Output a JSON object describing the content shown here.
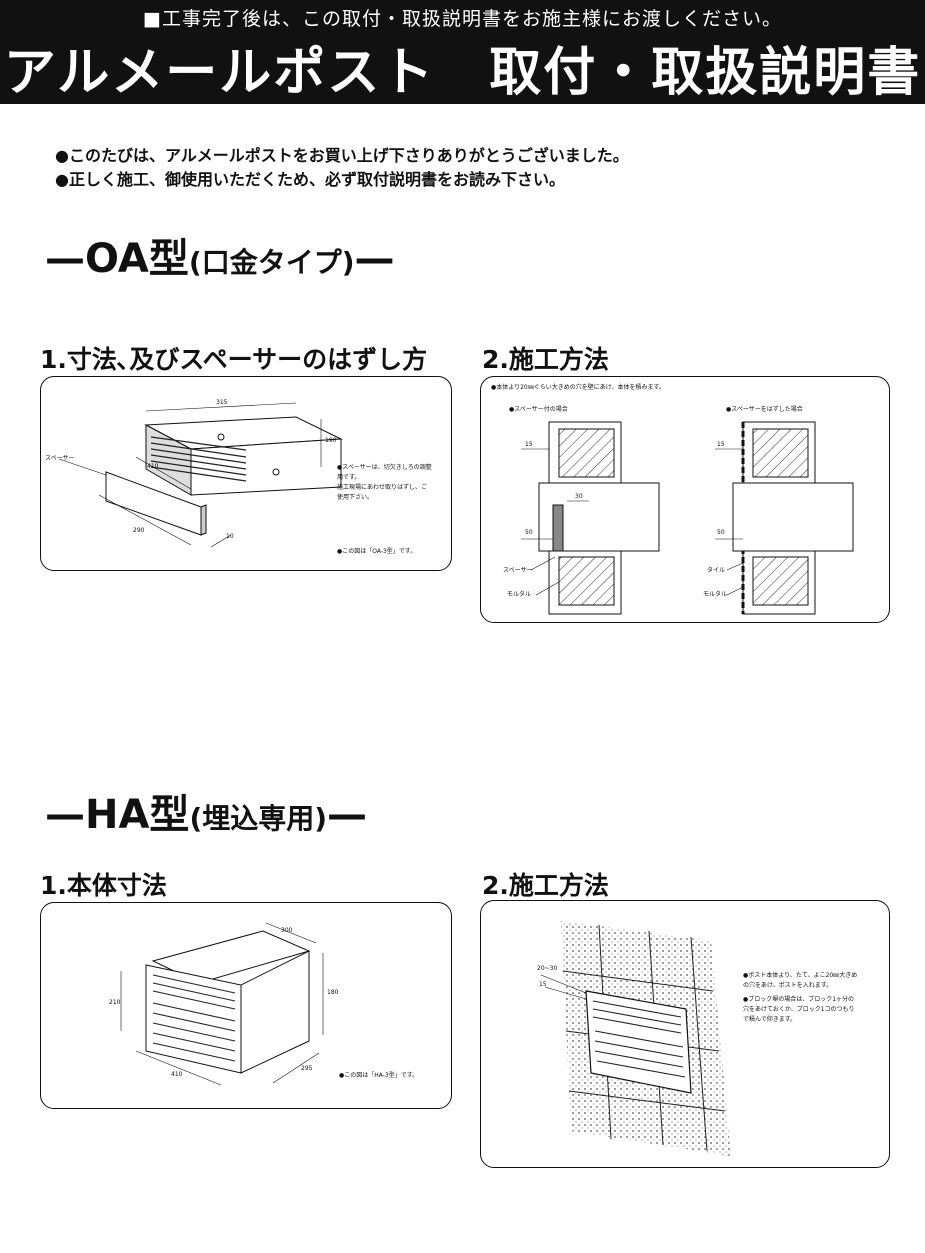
{
  "header": {
    "notice": "■工事完了後は、この取付・取扱説明書をお施主様にお渡しください。",
    "title": "アルメールポスト　取付・取扱説明書"
  },
  "intro": [
    "●このたびは、アルメールポストをお買い上げ下さりありがとうございました。",
    "●正しく施工、御使用いただくため、必ず取付説明書をお読み下さい。"
  ],
  "oa": {
    "heading": "OA型",
    "subtitle": "(口金タイプ)",
    "dash": "—",
    "sec1": {
      "title": "1.寸法､及びスペーサーのはずし方",
      "dims": {
        "d315": "315",
        "d410": "410",
        "d190": "190",
        "d290": "290",
        "d10": "10"
      },
      "spacer_label": "スペーサー",
      "notes": [
        "●スペーサーは、切欠きしろの調整",
        "用です。",
        "施工現場にあわせ取りはずし、ご",
        "使用下さい。"
      ],
      "model_note": "●この図は「OA-3型」です。"
    },
    "sec2": {
      "title": "2.施工方法",
      "instruction": "●本体より20㎜ぐらい大きめの穴を壁にあけ、本体を積みます。",
      "case_a": "●スペーサー付の場合",
      "case_b": "●スペーサーをはずした場合",
      "dims": {
        "d15a": "15",
        "d30": "30",
        "d50a": "50",
        "d15b": "15",
        "d50b": "50"
      },
      "label_spacer": "スペーサー",
      "label_mortar_a": "モルタル",
      "label_tile": "タイル",
      "label_mortar_b": "モルタル"
    }
  },
  "ha": {
    "heading": "HA型",
    "subtitle": "(埋込専用)",
    "dash": "—",
    "sec1": {
      "title": "1.本体寸法",
      "dims": {
        "d300": "300",
        "d180": "180",
        "d210": "210",
        "d410": "410",
        "d295": "295"
      },
      "model_note": "●この図は「HA-3型」です。"
    },
    "sec2": {
      "title": "2.施工方法",
      "dims": {
        "d20_30": "20~30",
        "d15": "15"
      },
      "notes": [
        "●ポスト本体より、たて、よこ20㎜大きめ",
        "の穴をあけ、ポストを入れます。",
        "●ブロック塀の場合は、ブロック1ヶ分の",
        "穴をあけておくか、ブロック1コのつもり",
        "で積んで仰きます。"
      ]
    }
  }
}
